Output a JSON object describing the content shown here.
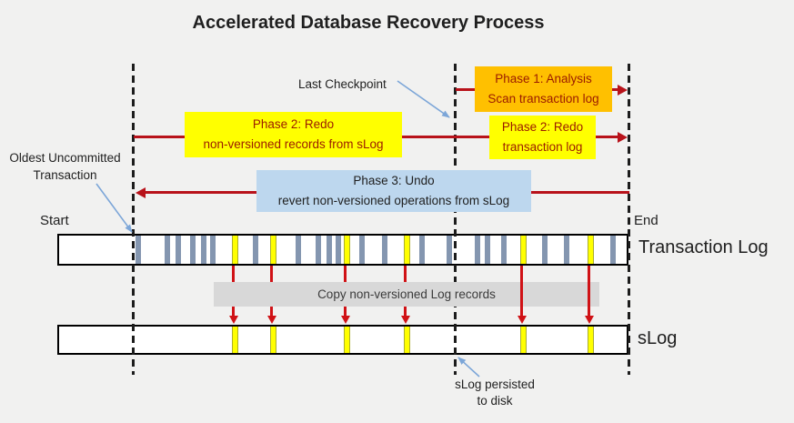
{
  "title": "Accelerated Database Recovery Process",
  "colors": {
    "orange": "#FFC000",
    "yellow": "#FFFF00",
    "blue_box": "#BDD7EE",
    "gray_box": "#D8D8D8",
    "stripe_gray": "#8496B0",
    "arrow_red": "#B8121A",
    "marker_red": "#D01216",
    "callout_blue": "#7CA6D8",
    "phase_text": "#9B1B00"
  },
  "phases": {
    "phase1": {
      "line1": "Phase 1: Analysis",
      "line2": "Scan transaction log"
    },
    "phase2a": {
      "line1": "Phase 2: Redo",
      "line2": "non-versioned records from sLog"
    },
    "phase2b": {
      "line1": "Phase 2: Redo",
      "line2": "transaction log"
    },
    "phase3": {
      "line1": "Phase 3: Undo",
      "line2": "revert non-versioned operations from sLog"
    }
  },
  "labels": {
    "last_checkpoint": "Last Checkpoint",
    "oldest_line1": "Oldest Uncommitted",
    "oldest_line2": "Transaction",
    "start": "Start",
    "end": "End",
    "transaction_log": "Transaction Log",
    "slog": "sLog",
    "copy_box": "Copy non-versioned Log records",
    "slog_persisted_line1": "sLog persisted",
    "slog_persisted_line2": "to disk"
  },
  "bars": {
    "transaction_log": {
      "gray": [
        84,
        116,
        128,
        144,
        156,
        166,
        213,
        260,
        282,
        294,
        304,
        330,
        355,
        396,
        426,
        457,
        468,
        486,
        531,
        555,
        606
      ],
      "yellow": [
        190,
        232,
        313,
        379,
        507,
        581
      ]
    },
    "slog": {
      "yellow": [
        190,
        232,
        313,
        379,
        507,
        581
      ]
    }
  },
  "markers": [
    {
      "offset": 190,
      "front": false
    },
    {
      "offset": 232,
      "front": false
    },
    {
      "offset": 313,
      "front": false
    },
    {
      "offset": 379,
      "front": false
    },
    {
      "offset": 507,
      "front": true
    },
    {
      "offset": 581,
      "front": true
    }
  ]
}
